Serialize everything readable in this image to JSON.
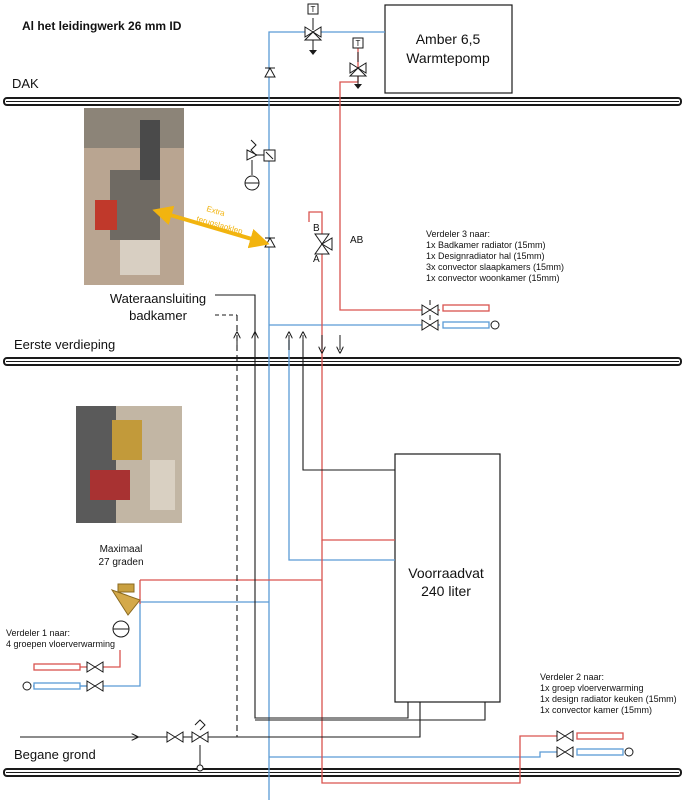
{
  "title": "Al het leidingwerk 26 mm ID",
  "floors": {
    "roof": "DAK",
    "first": "Eerste verdieping",
    "ground": "Begane grond"
  },
  "heat_pump": {
    "line1": "Amber 6,5",
    "line2": "Warmtepomp"
  },
  "tank": {
    "line1": "Voorraadvat",
    "line2": "240 liter"
  },
  "water_connection": {
    "line1": "Wateraansluiting",
    "line2": "badkamer"
  },
  "photo1_note": {
    "line1": "Extra",
    "line2": "terugslagklep"
  },
  "three_way_valve": {
    "port_b": "B",
    "port_a": "A",
    "port_ab": "AB"
  },
  "thermostat_symbol": "T",
  "mixer_max": {
    "line1": "Maximaal",
    "line2": "27 graden"
  },
  "distributor3": {
    "heading": "Verdeler 3 naar:",
    "items": [
      "1x Badkamer radiator (15mm)",
      "1x Designradiator hal (15mm)",
      "3x convector slaapkamers (15mm)",
      "1x convector woonkamer (15mm)"
    ]
  },
  "distributor1": {
    "heading": "Verdeler 1 naar:",
    "items": [
      "4 groepen vloerverwarming"
    ]
  },
  "distributor2": {
    "heading": "Verdeler 2 naar:",
    "items": [
      "1x groep vloerverwarming",
      "1x design radiator keuken (15mm)",
      "1x convector kamer (15mm)"
    ]
  },
  "colors": {
    "supply_red": "#d9534f",
    "return_blue": "#5b9bd5",
    "black": "#1a1a1a",
    "callout_yellow": "#f2b40f"
  }
}
